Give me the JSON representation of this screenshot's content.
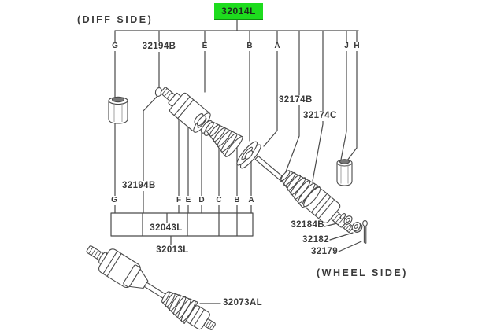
{
  "diagram_type": "exploded-parts-diagram",
  "labels": {
    "diff_side": "(DIFF SIDE)",
    "wheel_side": "(WHEEL SIDE)",
    "main": "32014L",
    "n32194b": "32194B",
    "n32174b": "32174B",
    "n32174c": "32174C",
    "n32043l": "32043L",
    "n32013l": "32013L",
    "n32184b": "32184B",
    "n32182": "32182",
    "n32179": "32179",
    "n32073al": "32073AL",
    "top_row": [
      "G",
      "32194B",
      "E",
      "B",
      "A",
      "J",
      "H"
    ],
    "bottom_row": [
      "G",
      "F",
      "E",
      "D",
      "C",
      "B",
      "A"
    ]
  },
  "colors": {
    "highlight": "#1EDC1E",
    "line": "#4A4A4A",
    "text": "#3A3A3A",
    "background": "#FFFFFF"
  }
}
